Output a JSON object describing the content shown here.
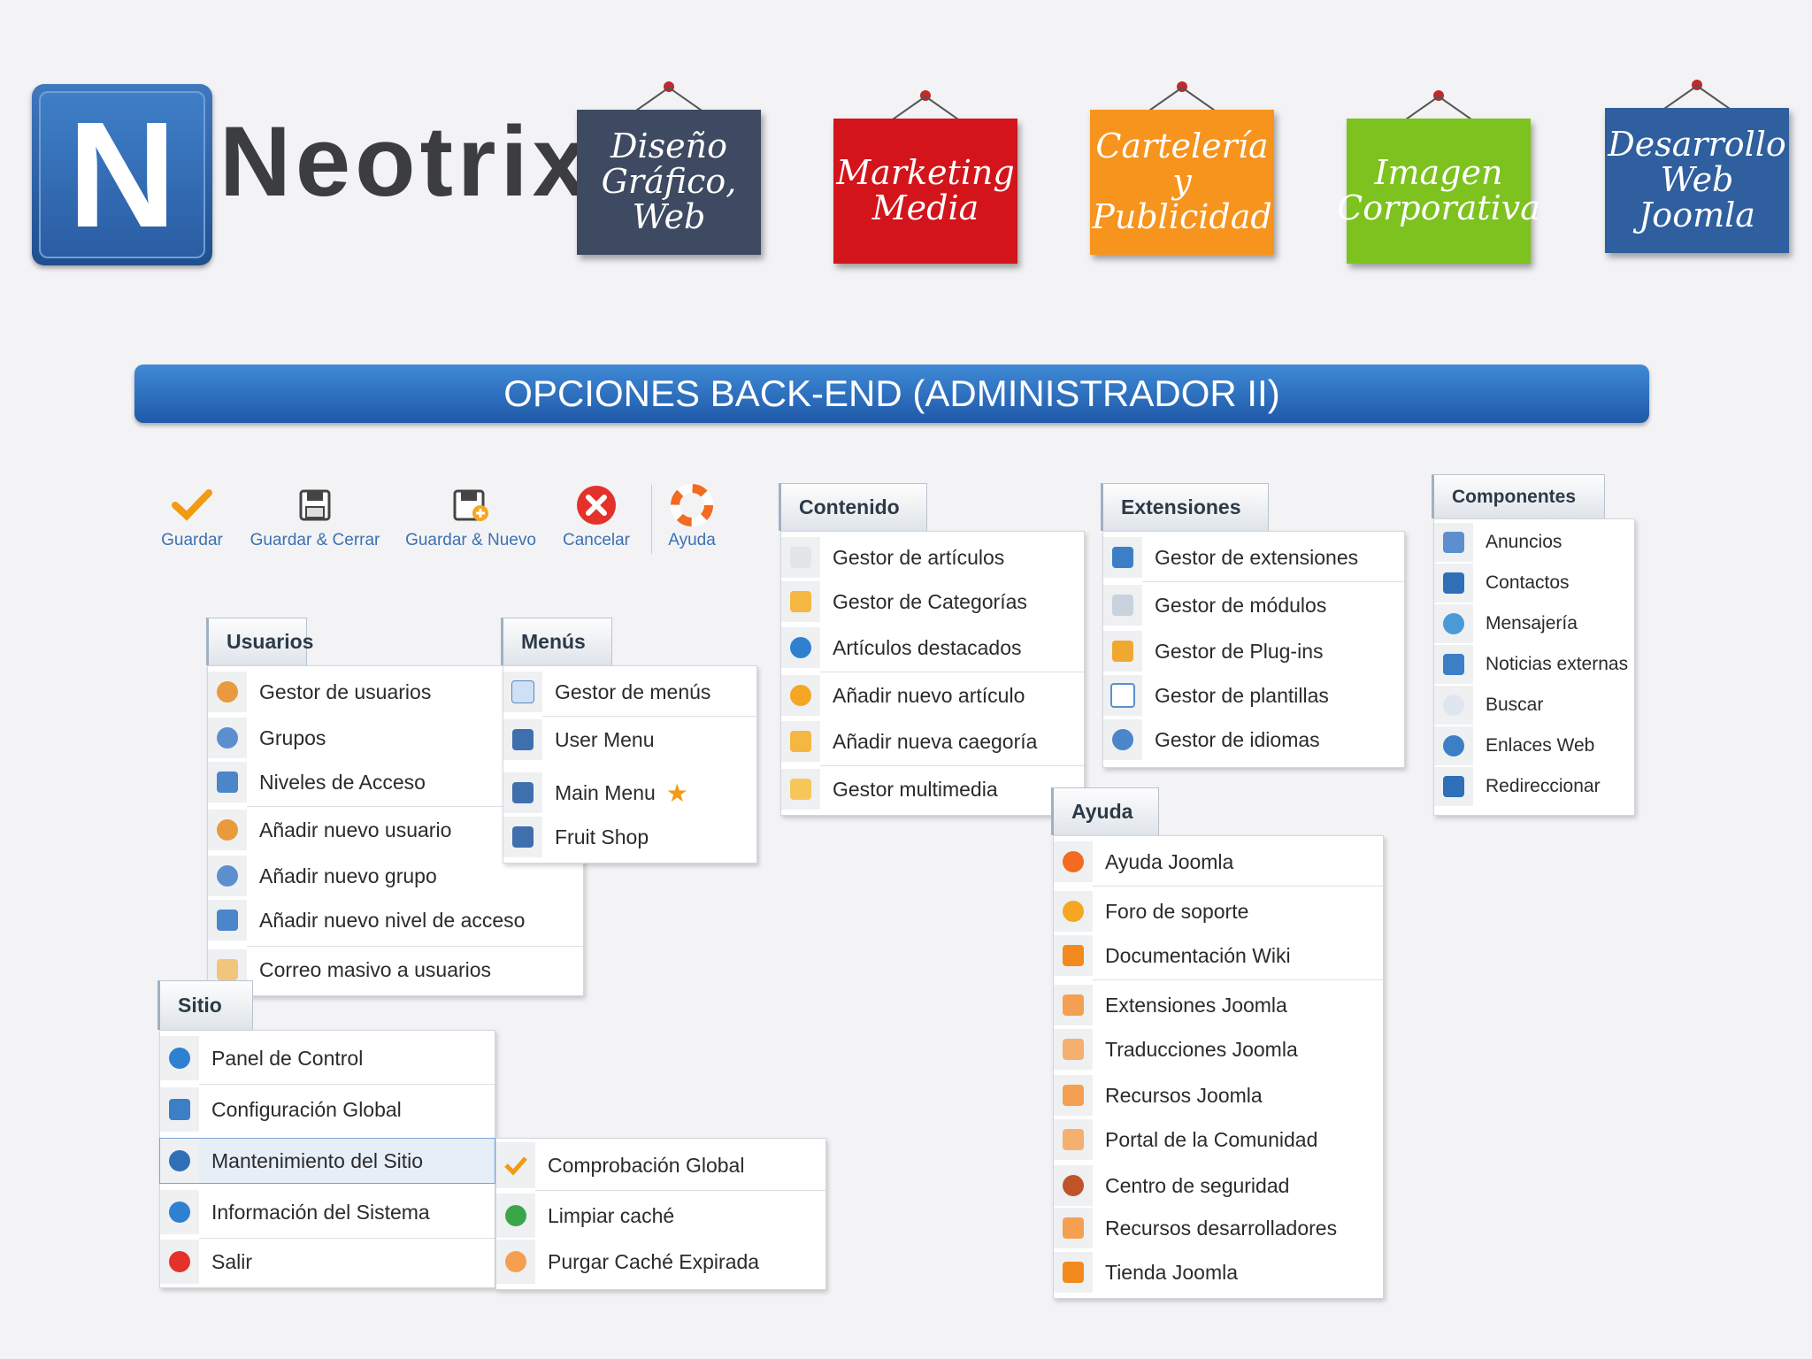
{
  "brand": {
    "letter": "N",
    "name": "Neotrix"
  },
  "notes": [
    {
      "text": "Diseño Gráfico, Web",
      "color": "#3e4a61"
    },
    {
      "text": "Marketing Media",
      "color": "#d3141b"
    },
    {
      "text": "Cartelería y Publicidad",
      "color": "#f7941d"
    },
    {
      "text": "Imagen Corporativa",
      "color": "#7dc21e"
    },
    {
      "text": "Desarrollo Web Joomla",
      "color": "#2f5f9e"
    }
  ],
  "title": "OPCIONES BACK-END (ADMINISTRADOR II)",
  "toolbar": [
    {
      "label": "Guardar",
      "icon": "check-icon"
    },
    {
      "label": "Guardar & Cerrar",
      "icon": "save-icon"
    },
    {
      "label": "Guardar & Nuevo",
      "icon": "save-new-icon"
    },
    {
      "label": "Cancelar",
      "icon": "cancel-icon"
    },
    {
      "label": "Ayuda",
      "icon": "lifebuoy-icon"
    }
  ],
  "menus": {
    "usuarios": {
      "title": "Usuarios",
      "items": [
        "Gestor de usuarios",
        "Grupos",
        "Niveles de Acceso",
        "Añadir nuevo usuario",
        "Añadir nuevo grupo",
        "Añadir nuevo nivel de acceso",
        "Correo masivo a usuarios"
      ]
    },
    "menus": {
      "title": "Menús",
      "items": [
        "Gestor de menús",
        "User Menu",
        "Main Menu",
        "Fruit Shop"
      ]
    },
    "contenido": {
      "title": "Contenido",
      "items": [
        "Gestor de artículos",
        "Gestor de Categorías",
        "Artículos destacados",
        "Añadir nuevo artículo",
        "Añadir nueva caegoría",
        "Gestor multimedia"
      ]
    },
    "extensiones": {
      "title": "Extensiones",
      "items": [
        "Gestor de extensiones",
        "Gestor de módulos",
        "Gestor de Plug-ins",
        "Gestor de plantillas",
        "Gestor de idiomas"
      ]
    },
    "componentes": {
      "title": "Componentes",
      "items": [
        "Anuncios",
        "Contactos",
        "Mensajería",
        "Noticias externas",
        "Buscar",
        "Enlaces Web",
        "Redireccionar"
      ]
    },
    "sitio": {
      "title": "Sitio",
      "items": [
        "Panel de Control",
        "Configuración Global",
        "Mantenimiento del Sitio",
        "Información del Sistema",
        "Salir"
      ]
    },
    "mantenimiento": {
      "items": [
        "Comprobación Global",
        "Limpiar caché",
        "Purgar Caché Expirada"
      ]
    },
    "ayuda": {
      "title": "Ayuda",
      "items": [
        "Ayuda Joomla",
        "Foro de soporte",
        "Documentación Wiki",
        "Extensiones Joomla",
        "Traducciones Joomla",
        "Recursos Joomla",
        "Portal de la Comunidad",
        "Centro de seguridad",
        "Recursos desarrolladores",
        "Tienda Joomla"
      ]
    }
  }
}
